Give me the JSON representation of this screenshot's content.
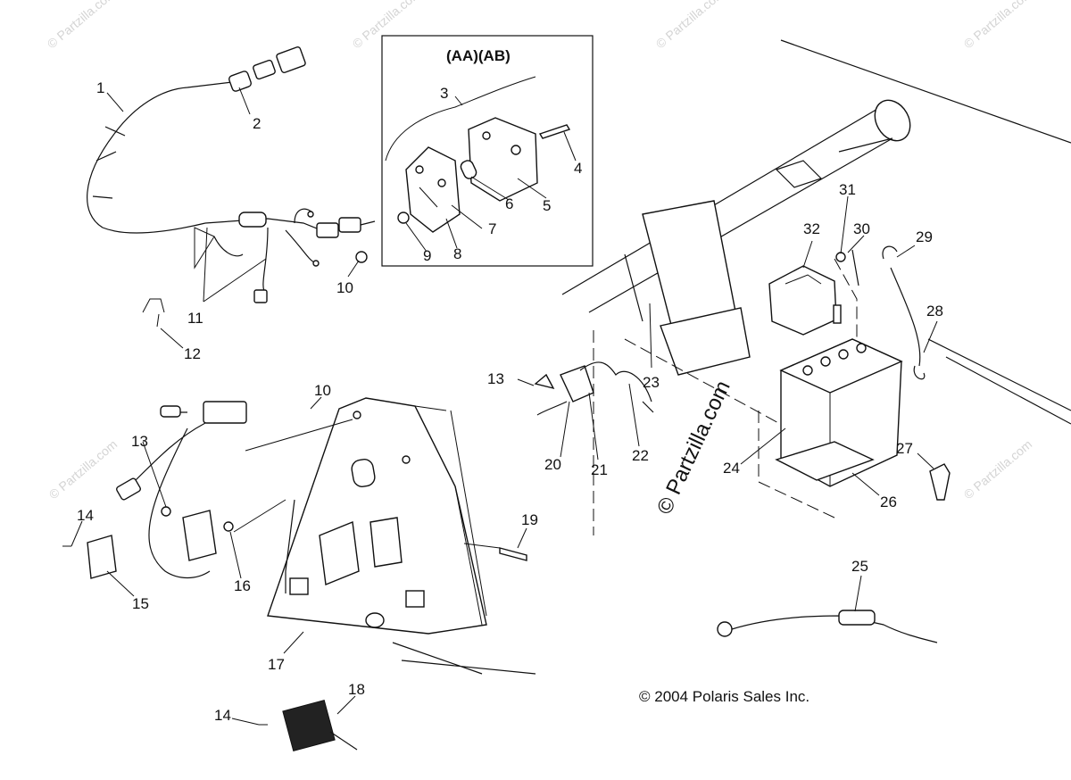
{
  "inset": {
    "title": "(AA)(AB)"
  },
  "copyright": "© 2004 Polaris Sales Inc.",
  "watermark_main": "© Partzilla.com",
  "watermark_faint": "© Partzilla.com",
  "callouts": {
    "c1": "1",
    "c2": "2",
    "c3": "3",
    "c4": "4",
    "c5": "5",
    "c6": "6",
    "c7": "7",
    "c8": "8",
    "c9": "9",
    "c10a": "10",
    "c10b": "10",
    "c11": "11",
    "c12": "12",
    "c13a": "13",
    "c13b": "13",
    "c14a": "14",
    "c14b": "14",
    "c15": "15",
    "c16": "16",
    "c17": "17",
    "c18": "18",
    "c19": "19",
    "c20": "20",
    "c21": "21",
    "c22": "22",
    "c23": "23",
    "c24": "24",
    "c25": "25",
    "c26": "26",
    "c27": "27",
    "c28": "28",
    "c29": "29",
    "c30": "30",
    "c31": "31",
    "c32": "32"
  }
}
